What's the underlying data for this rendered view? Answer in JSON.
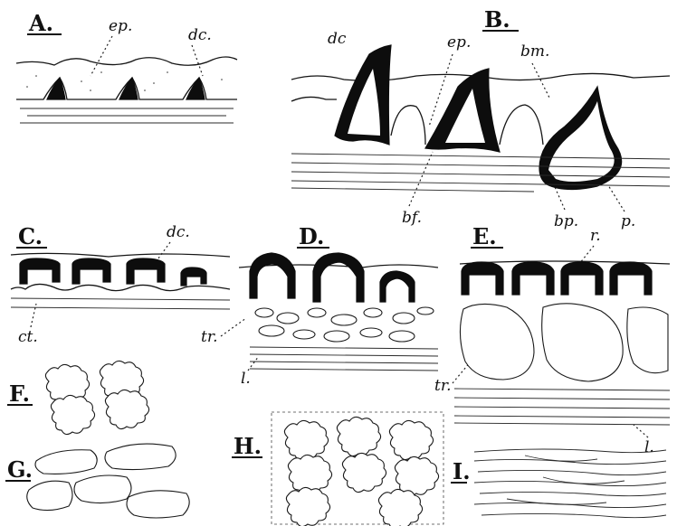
{
  "panels": {
    "A": {
      "letter": "A.",
      "labels": {
        "ep": "ep.",
        "dc": "dc."
      }
    },
    "B": {
      "letter": "B.",
      "labels": {
        "dc": "dc",
        "ep": "ep.",
        "bm": "bm.",
        "bf": "bf.",
        "bp": "bp.",
        "p": "p."
      }
    },
    "C": {
      "letter": "C.",
      "labels": {
        "dc": "dc.",
        "ct": "ct."
      }
    },
    "D": {
      "letter": "D.",
      "labels": {
        "tr": "tr.",
        "l": "l."
      }
    },
    "E": {
      "letter": "E.",
      "labels": {
        "r": "r.",
        "tr": "tr.",
        "l": "l."
      }
    },
    "F": {
      "letter": "F."
    },
    "G": {
      "letter": "G."
    },
    "H": {
      "letter": "H."
    },
    "I": {
      "letter": "I."
    }
  }
}
